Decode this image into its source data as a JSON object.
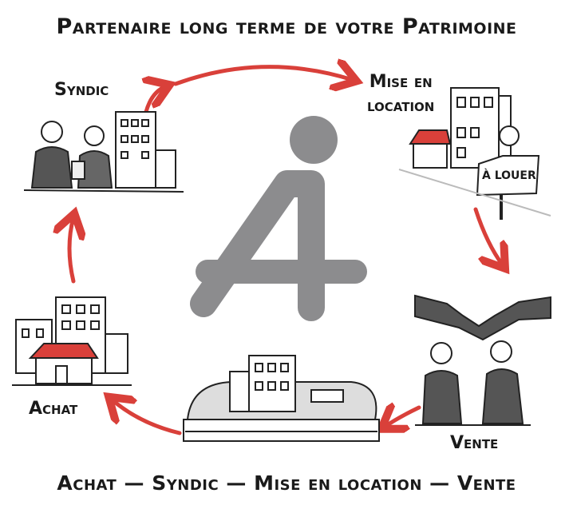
{
  "title": "Partenaire long terme de votre Patrimoine",
  "steps": {
    "syndic": "Syndic",
    "location_line1": "Mise en",
    "location_line2": "location",
    "vente": "Vente",
    "achat": "Achat"
  },
  "sign": "À LOUER",
  "caption": "Achat — Syndic — Mise en location — Vente",
  "colors": {
    "arrow": "#d9403a",
    "logo": "#8c8c8e",
    "roof": "#d9403a"
  }
}
